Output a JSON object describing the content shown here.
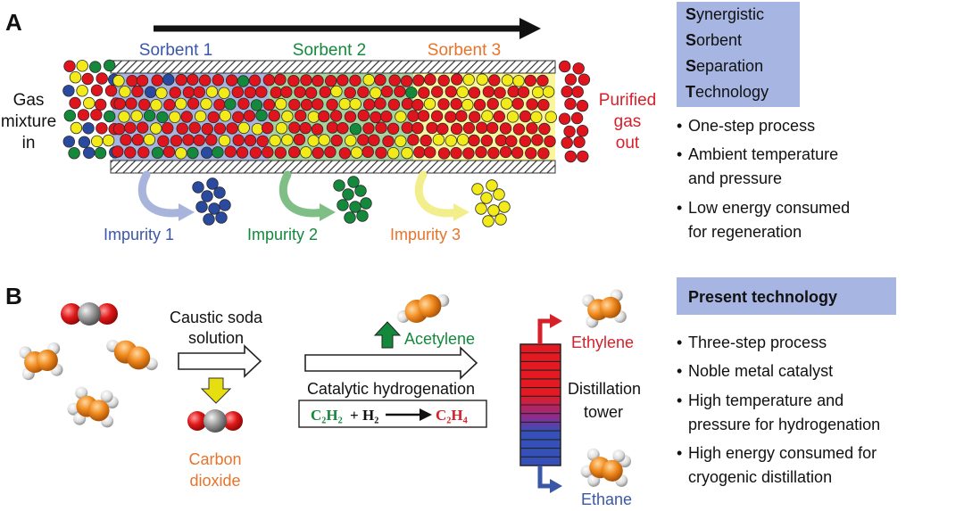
{
  "panel_a": {
    "label": "A",
    "sorbents": [
      "Sorbent 1",
      "Sorbent 2",
      "Sorbent 3"
    ],
    "gas_in": [
      "Gas",
      "mixture",
      "in"
    ],
    "gas_out": [
      "Purified",
      "gas",
      "out"
    ],
    "impurities": [
      "Impurity 1",
      "Impurity 2",
      "Impurity 3"
    ],
    "sst_box": [
      {
        "initial": "S",
        "rest": "ynergistic"
      },
      {
        "initial": "S",
        "rest": "orbent"
      },
      {
        "initial": "S",
        "rest": "eparation"
      },
      {
        "initial": "T",
        "rest": "echnology"
      }
    ],
    "bullets": [
      [
        "One-step process"
      ],
      [
        "Ambient temperature",
        "and pressure"
      ],
      [
        "Low energy consumed",
        "for regeneration"
      ]
    ]
  },
  "panel_b": {
    "label": "B",
    "caustic": [
      "Caustic soda",
      "solution"
    ],
    "co2": [
      "Carbon",
      "dioxide"
    ],
    "acetylene": "Acetylene",
    "catalytic": "Catalytic hydrogenation",
    "eq_left": "C₂H₂",
    "eq_plus": "+",
    "eq_h2": "H₂",
    "eq_right": "C₂H₄",
    "distillation": [
      "Distillation",
      "tower"
    ],
    "ethylene": "Ethylene",
    "ethane": "Ethane",
    "present_title": "Present technology",
    "bullets": [
      [
        "Three-step process"
      ],
      [
        "Noble metal catalyst"
      ],
      [
        "High temperature and",
        "pressure for hydrogenation"
      ],
      [
        "High energy consumed for",
        "cryogenic distillation"
      ]
    ]
  },
  "colors": {
    "red": "#e0141c",
    "yellow": "#f3ea1a",
    "green": "#14893c",
    "blue": "#2a4aa0",
    "sorbent1_bg": "#a9b4dd",
    "sorbent2_bg": "#a9d39c",
    "sorbent3_bg": "#fbf59c",
    "box_bg": "#a6b5e2",
    "orange_text": "#e8732a",
    "green_text": "#14893c",
    "blue_text": "#3a57a8",
    "red_text": "#d6202a"
  }
}
